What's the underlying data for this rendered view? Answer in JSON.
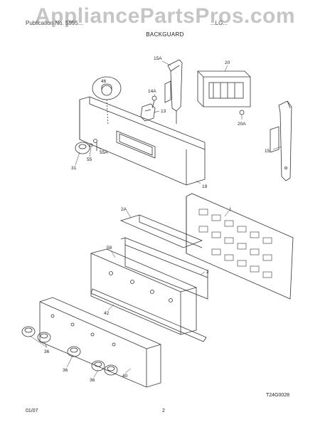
{
  "watermark": "AppliancePartsPros.com",
  "header": {
    "left": "Publication No. 5995...",
    "right": "...LG... "
  },
  "section_title": "BACKGUARD",
  "drawing_code": "T24G0028",
  "footer": {
    "date": "01/07",
    "page": "2"
  },
  "callouts": {
    "c46": "46",
    "c15A": "15A",
    "c20": "20",
    "c14A": "14A",
    "c13": "13",
    "c20A": "20A",
    "c55A": "55A",
    "c55": "55",
    "c31": "31",
    "c15": "15",
    "c19": "19",
    "c2A": "2A",
    "c1": "1",
    "c58": "58",
    "c2": "2",
    "c42": "42",
    "c36a": "36",
    "c36b": "36",
    "c36c": "36",
    "c40": "40"
  },
  "colors": {
    "line": "#333333",
    "watermark": "#969696"
  }
}
